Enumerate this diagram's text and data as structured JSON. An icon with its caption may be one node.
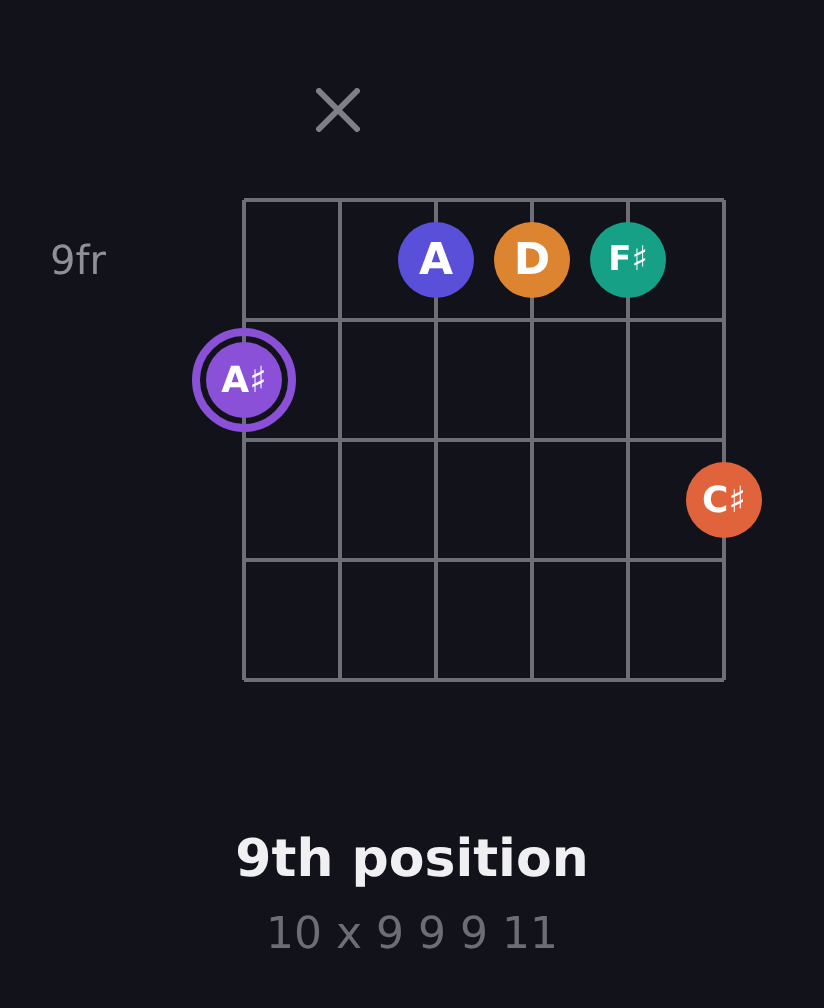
{
  "diagram": {
    "title": "9th position",
    "caption": "10 x 9 9 9 11",
    "nodes": [
      {
        "text": [
          "A"
        ]
      },
      {
        "text": [
          "D"
        ]
      },
      {
        "text": [
          "F♯"
        ]
      },
      {
        "text": [
          "A♯"
        ]
      },
      {
        "text": [
          "C♯"
        ]
      }
    ],
    "labels": [
      "9fr"
    ]
  }
}
